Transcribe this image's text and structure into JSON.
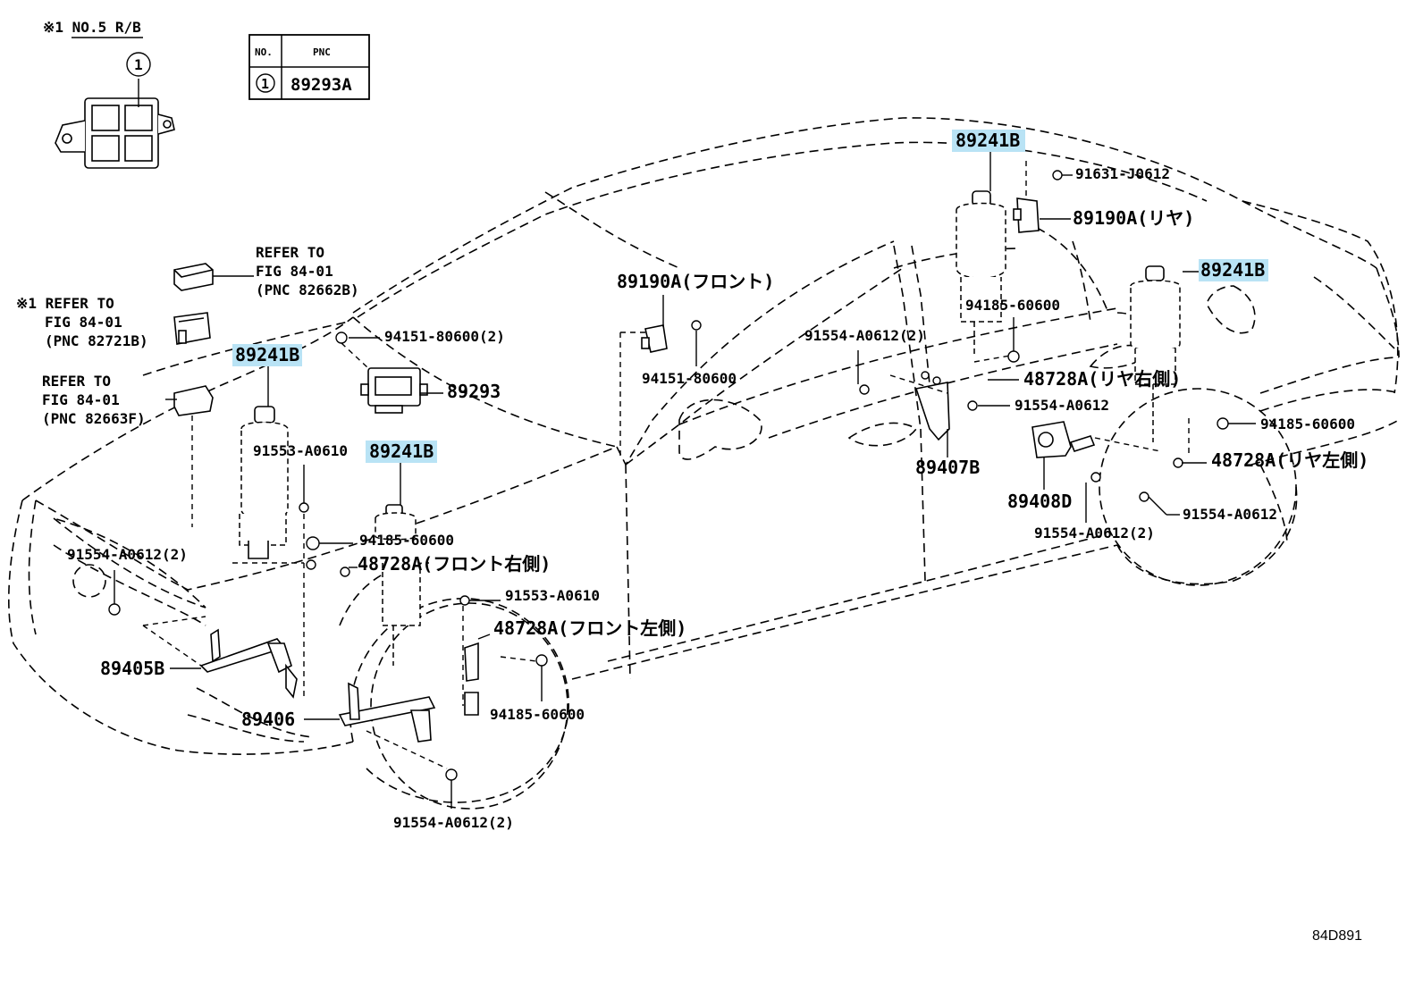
{
  "note_header": "※1 NO.5 R/B",
  "junction_callout": "1",
  "pnc_table": {
    "col_no": "NO.",
    "col_pnc": "PNC",
    "row_no": "1",
    "row_pnc": "89293A"
  },
  "refer_blocks": [
    {
      "line1": "REFER TO",
      "line2": "FIG 84-01",
      "line3": "(PNC 82662B)"
    },
    {
      "line1": "※1 REFER TO",
      "line2": "FIG 84-01",
      "line3": "(PNC 82721B)"
    },
    {
      "line1": "REFER TO",
      "line2": "FIG 84-01",
      "line3": "(PNC 82663F)"
    }
  ],
  "labels": {
    "p89241b_top": "89241B",
    "p89241b_rear": "89241B",
    "p89241b_frl": "89241B",
    "p89241b_frr": "89241B",
    "p91631": "91631-J0612",
    "p89190a_rear": "89190A(リヤ)",
    "p89190a_front": "89190A(フロント)",
    "p94151_ecu": "94151-80600(2)",
    "p89293": "89293",
    "p94151_mid": "94151-80600",
    "p94185_mid": "94185-60600",
    "p91554_mid2": "91554-A0612(2)",
    "p48728a_rr": "48728A(リヤ右側)",
    "p91554_rr": "91554-A0612",
    "p89407b": "89407B",
    "p89408d": "89408D",
    "p91554_rl2": "91554-A0612(2)",
    "p94185_rl": "94185-60600",
    "p48728a_rl": "48728A(リヤ左側)",
    "p91554_rl": "91554-A0612",
    "p91553_fr": "91553-A0610",
    "p94185_fr": "94185-60600",
    "p48728a_fr": "48728A(フロント右側)",
    "p91554_fr2": "91554-A0612(2)",
    "p89405b": "89405B",
    "p91553_fl": "91553-A0610",
    "p48728a_fl": "48728A(フロント左側)",
    "p94185_fl": "94185-60600",
    "p89406": "89406",
    "p91554_fl2": "91554-A0612(2)"
  },
  "figure_id": "84D891",
  "colors": {
    "highlight": "#b9e3f5",
    "line": "#000000",
    "background": "#ffffff"
  }
}
